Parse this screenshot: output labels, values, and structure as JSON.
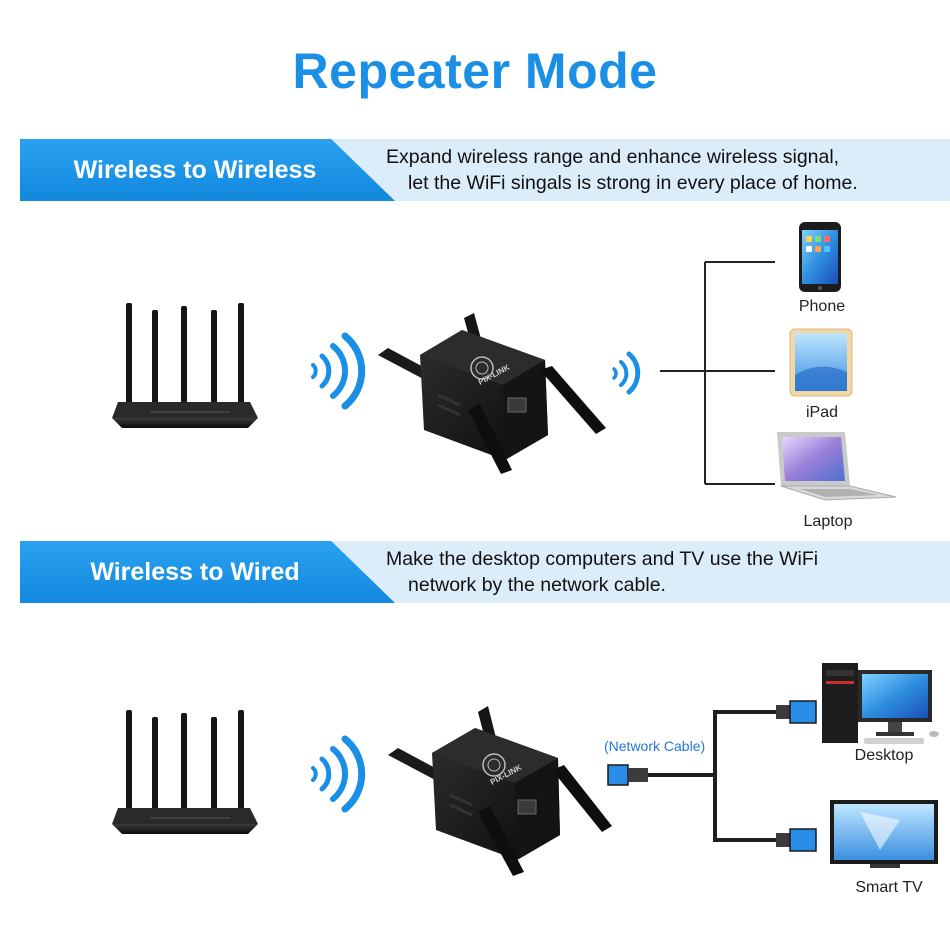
{
  "title": "Repeater Mode",
  "sections": [
    {
      "label": "Wireless to Wireless",
      "desc_line1": "Expand wireless range and enhance wireless signal,",
      "desc_line2": "let the WiFi singals is strong in every place of home."
    },
    {
      "label": "Wireless to Wired",
      "desc_line1": "Make the desktop computers and TV use the WiFi",
      "desc_line2": "network by the network cable."
    }
  ],
  "devices": {
    "phone": "Phone",
    "ipad": "iPad",
    "laptop": "Laptop",
    "desktop": "Desktop",
    "smart_tv": "Smart TV"
  },
  "cable_label": "(Network Cable)",
  "brand": "PIX-LINK",
  "colors": {
    "title": "#1b8fe6",
    "banner": "#1a92e6",
    "banner_light": "#dcedfa",
    "wifi_waves": "#1a8fe6",
    "connector": "#2a8ee8"
  }
}
